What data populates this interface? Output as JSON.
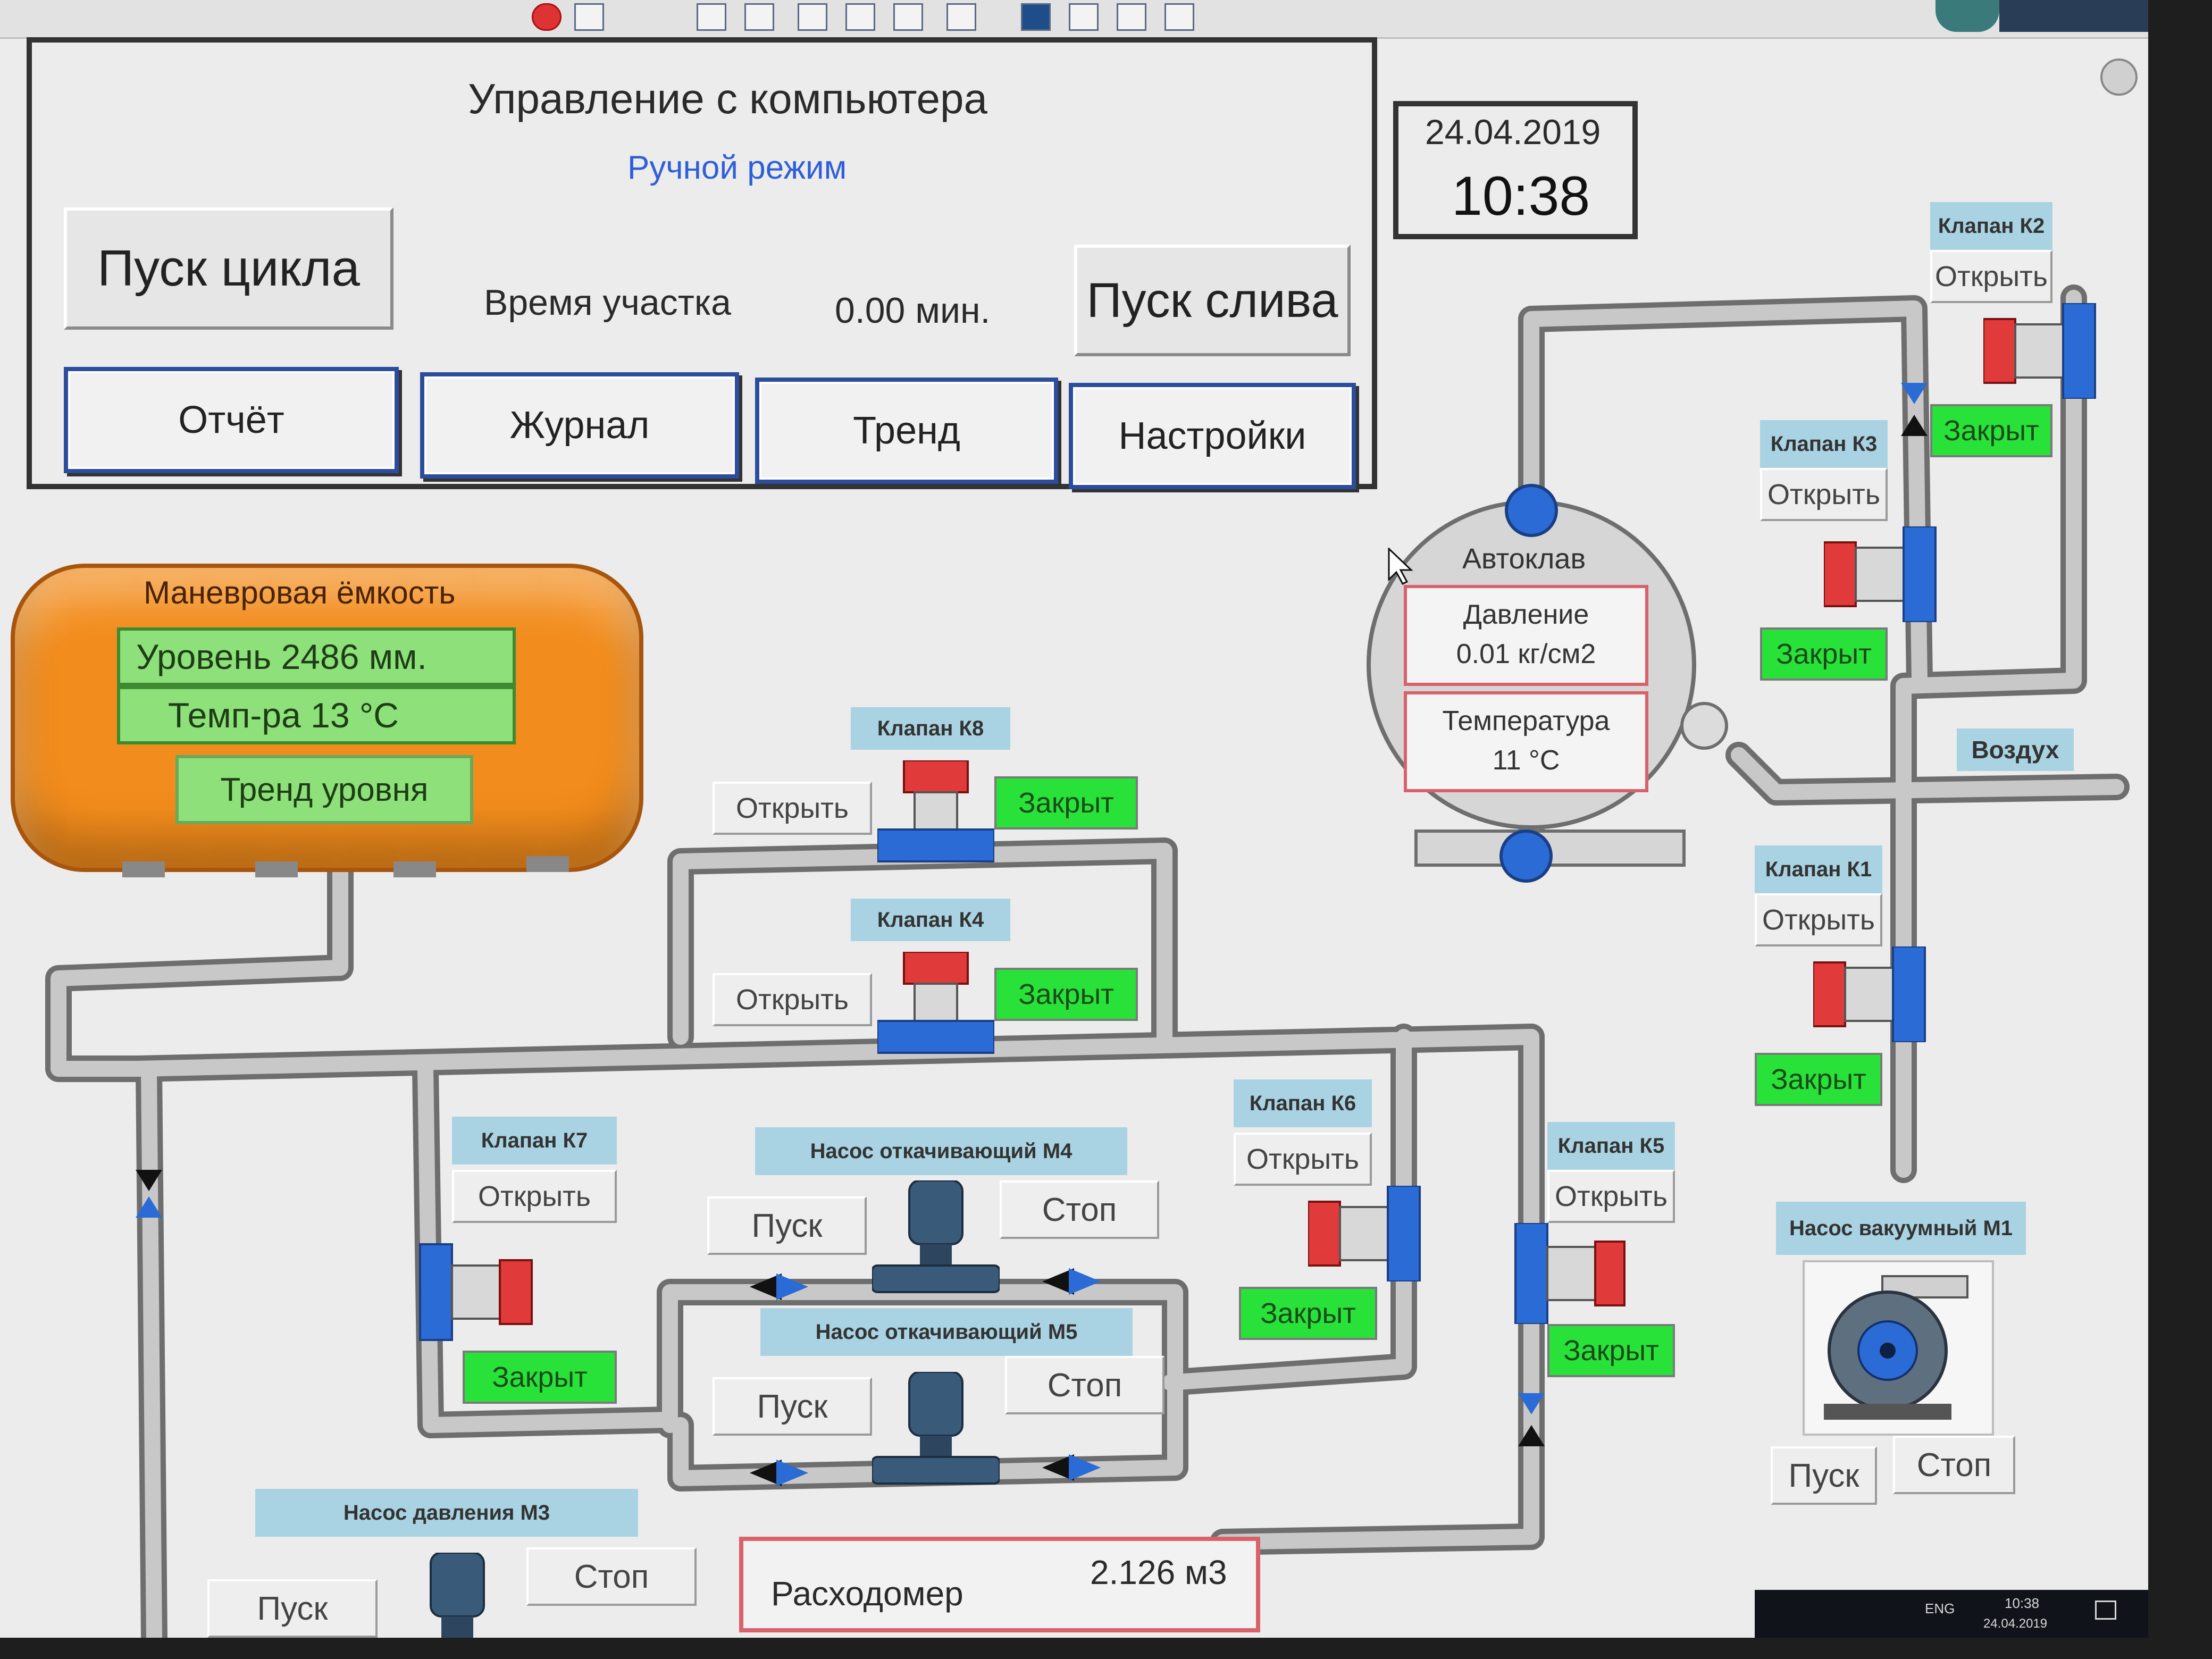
{
  "header": {
    "title": "Управление с компьютера",
    "mode": "Ручной режим",
    "start_cycle": "Пуск цикла",
    "section_time_label": "Время участка",
    "section_time_value": "0.00 мин.",
    "start_drain": "Пуск слива"
  },
  "nav": {
    "report": "Отчёт",
    "journal": "Журнал",
    "trend": "Тренд",
    "settings": "Настройки"
  },
  "clock": {
    "date": "24.04.2019",
    "time": "10:38"
  },
  "tank": {
    "title": "Маневровая ёмкость",
    "level": "Уровень  2486  мм.",
    "temp": "Темп-ра    13 °С",
    "trend_button": "Тренд уровня"
  },
  "autoclave": {
    "title": "Автоклав",
    "pressure_label": "Давление",
    "pressure_value": "0.01 кг/см2",
    "temperature_label": "Температура",
    "temperature_value": "11 °С"
  },
  "air_label": "Воздух",
  "valves": {
    "k1": {
      "label": "Клапан К1",
      "open": "Открыть",
      "state": "Закрыт"
    },
    "k2": {
      "label": "Клапан К2",
      "open": "Открыть",
      "state": "Закрыт"
    },
    "k3": {
      "label": "Клапан К3",
      "open": "Открыть",
      "state": "Закрыт"
    },
    "k4": {
      "label": "Клапан К4",
      "open": "Открыть",
      "state": "Закрыт"
    },
    "k5": {
      "label": "Клапан К5",
      "open": "Открыть",
      "state": "Закрыт"
    },
    "k6": {
      "label": "Клапан К6",
      "open": "Открыть",
      "state": "Закрыт"
    },
    "k7": {
      "label": "Клапан К7",
      "open": "Открыть",
      "state": "Закрыт"
    },
    "k8": {
      "label": "Клапан К8",
      "open": "Открыть",
      "state": "Закрыт"
    }
  },
  "pumps": {
    "m1": {
      "label": "Насос вакуумный М1",
      "start": "Пуск",
      "stop": "Стоп"
    },
    "m3": {
      "label": "Насос давления М3",
      "start": "Пуск",
      "stop": "Стоп"
    },
    "m4": {
      "label": "Насос откачивающий М4",
      "start": "Пуск",
      "stop": "Стоп"
    },
    "m5": {
      "label": "Насос откачивающий М5",
      "start": "Пуск",
      "stop": "Стоп"
    }
  },
  "flowmeter": {
    "label": "Расходомер",
    "value": "2.126 м3"
  },
  "taskbar": {
    "lang": "ENG",
    "time": "10:38",
    "date": "24.04.2019"
  },
  "colors": {
    "pipe": "#9a9a9a",
    "tank": "#f28c1c",
    "closed": "#28e23a",
    "valve_blue": "#2b6bd6",
    "valve_red": "#e03a3a",
    "nav_border": "#2c4c9c"
  }
}
